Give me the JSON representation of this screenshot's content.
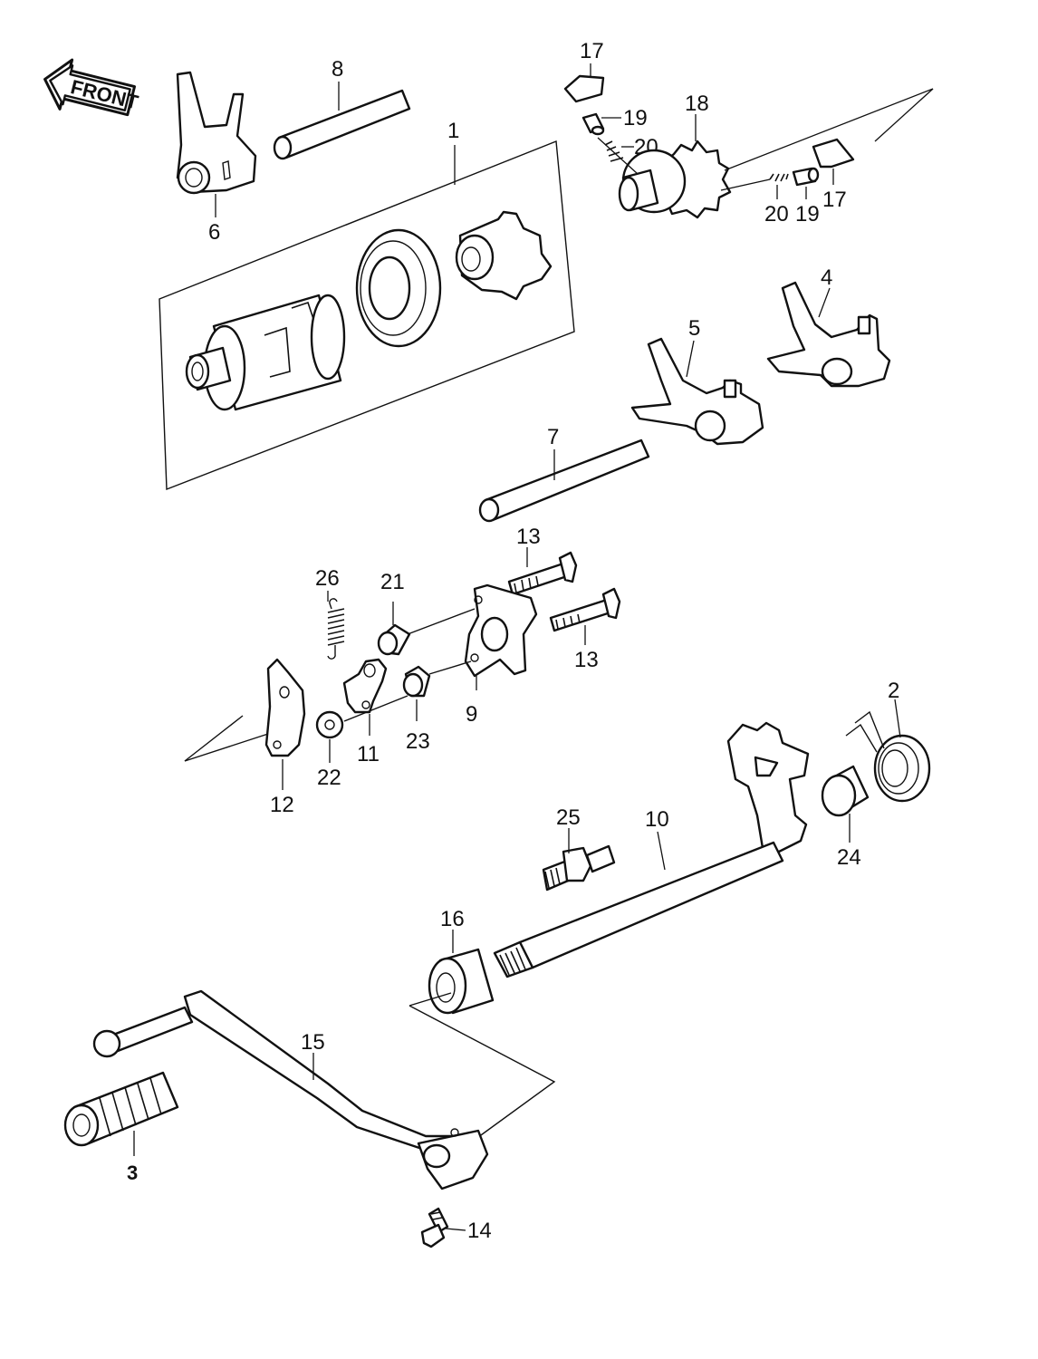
{
  "diagram": {
    "front_label": "FRONT",
    "callouts": {
      "c1": "1",
      "c2": "2",
      "c3": "3",
      "c4": "4",
      "c5": "5",
      "c6": "6",
      "c7": "7",
      "c8": "8",
      "c9": "9",
      "c10": "10",
      "c11": "11",
      "c12": "12",
      "c13a": "13",
      "c13b": "13",
      "c14": "14",
      "c15": "15",
      "c16": "16",
      "c17a": "17",
      "c17b": "17",
      "c18": "18",
      "c19a": "19",
      "c19b": "19",
      "c20a": "20",
      "c20b": "20",
      "c21": "21",
      "c22": "22",
      "c23": "23",
      "c24": "24",
      "c25": "25",
      "c26": "26"
    }
  }
}
